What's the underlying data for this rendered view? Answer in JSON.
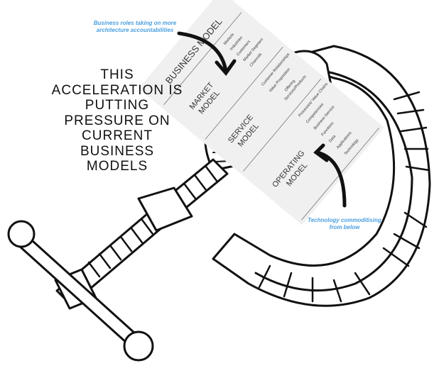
{
  "headline": "THIS ACCELERATION IS PUTTING PRESSURE ON CURRENT BUSINESS MODELS",
  "annotations": {
    "top": "Business roles taking on more architecture accountabilities",
    "bottom": "Technology commoditising from below"
  },
  "card": {
    "title": "BUSINESS MODEL",
    "sections": [
      {
        "label": [
          "MARKET",
          "MODEL"
        ],
        "items": [
          "Markets",
          "Industries",
          "Customers",
          "Market Segment",
          "Channels"
        ]
      },
      {
        "label": [
          "SERVICE",
          "MODEL"
        ],
        "items": [
          "Customer Relationships",
          "Value Proposition",
          "Offering",
          "Services/Products"
        ]
      },
      {
        "label": [
          "OPERATING",
          "MODEL"
        ],
        "items": [
          "Processes/ Value Chains",
          "Competencies",
          "Business Service",
          "Functions",
          "Data",
          "Applications",
          "Technology"
        ]
      }
    ]
  },
  "colors": {
    "annotation": "#4a9fe0",
    "card": "#f0f0f0",
    "ink": "#111111"
  }
}
